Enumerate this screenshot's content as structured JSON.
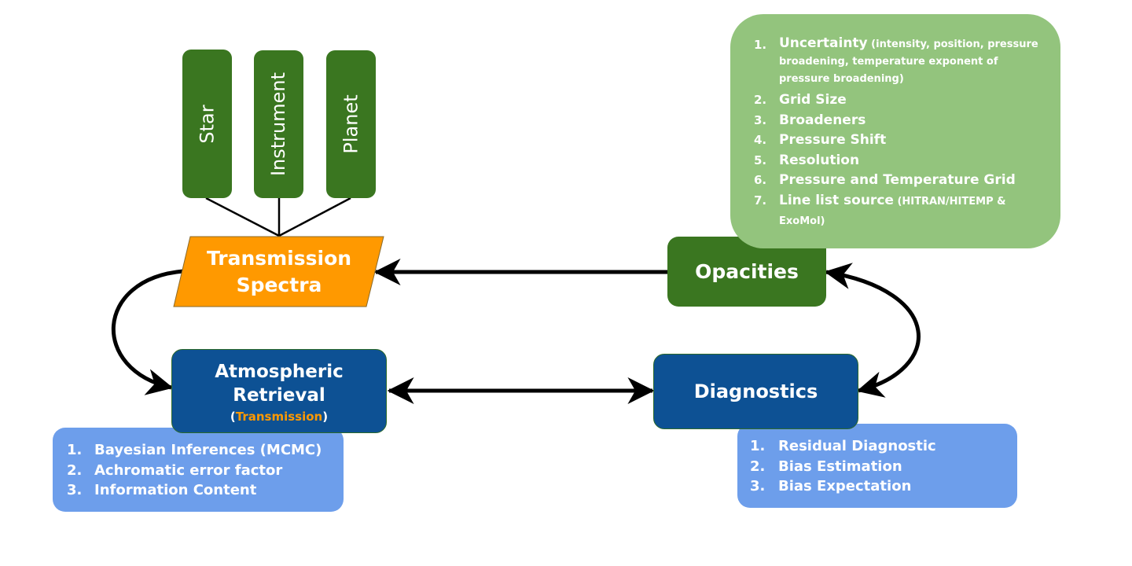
{
  "colors": {
    "dark_green": "#3a7620",
    "light_green": "#93c47d",
    "dark_blue": "#0d5194",
    "light_blue": "#6d9eeb",
    "orange": "#ff9900",
    "arrow": "#000000",
    "text": "#ffffff"
  },
  "inputs": [
    {
      "label": "Star"
    },
    {
      "label": "Instrument"
    },
    {
      "label": "Planet"
    }
  ],
  "transmission_spectra": {
    "line1": "Transmission",
    "line2": "Spectra"
  },
  "opacities": {
    "label": "Opacities"
  },
  "atmospheric_retrieval": {
    "line1": "Atmospheric",
    "line2": "Retrieval",
    "sub_open": "(",
    "sub_text": "Transmission",
    "sub_close": ")"
  },
  "diagnostics": {
    "label": "Diagnostics"
  },
  "opacities_list": [
    {
      "num": "1.",
      "title": "Uncertainty",
      "detail": "(intensity, position, pressure broadening, temperature exponent of pressure broadening)"
    },
    {
      "num": "2.",
      "title": "Grid Size",
      "detail": ""
    },
    {
      "num": "3.",
      "title": "Broadeners",
      "detail": ""
    },
    {
      "num": "4.",
      "title": "Pressure Shift",
      "detail": ""
    },
    {
      "num": "5.",
      "title": "Resolution",
      "detail": ""
    },
    {
      "num": "6.",
      "title": "Pressure and Temperature Grid",
      "detail": ""
    },
    {
      "num": "7.",
      "title": "Line list source",
      "detail": "(HITRAN/HITEMP & ExoMol)"
    }
  ],
  "retrieval_list": [
    {
      "num": "1.",
      "text": "Bayesian Inferences (MCMC)"
    },
    {
      "num": "2.",
      "text": "Achromatic error factor"
    },
    {
      "num": "3.",
      "text": "Information Content"
    }
  ],
  "diagnostics_list": [
    {
      "num": "1.",
      "text": "Residual Diagnostic"
    },
    {
      "num": "2.",
      "text": "Bias Estimation"
    },
    {
      "num": "3.",
      "text": "Bias Expectation"
    }
  ]
}
